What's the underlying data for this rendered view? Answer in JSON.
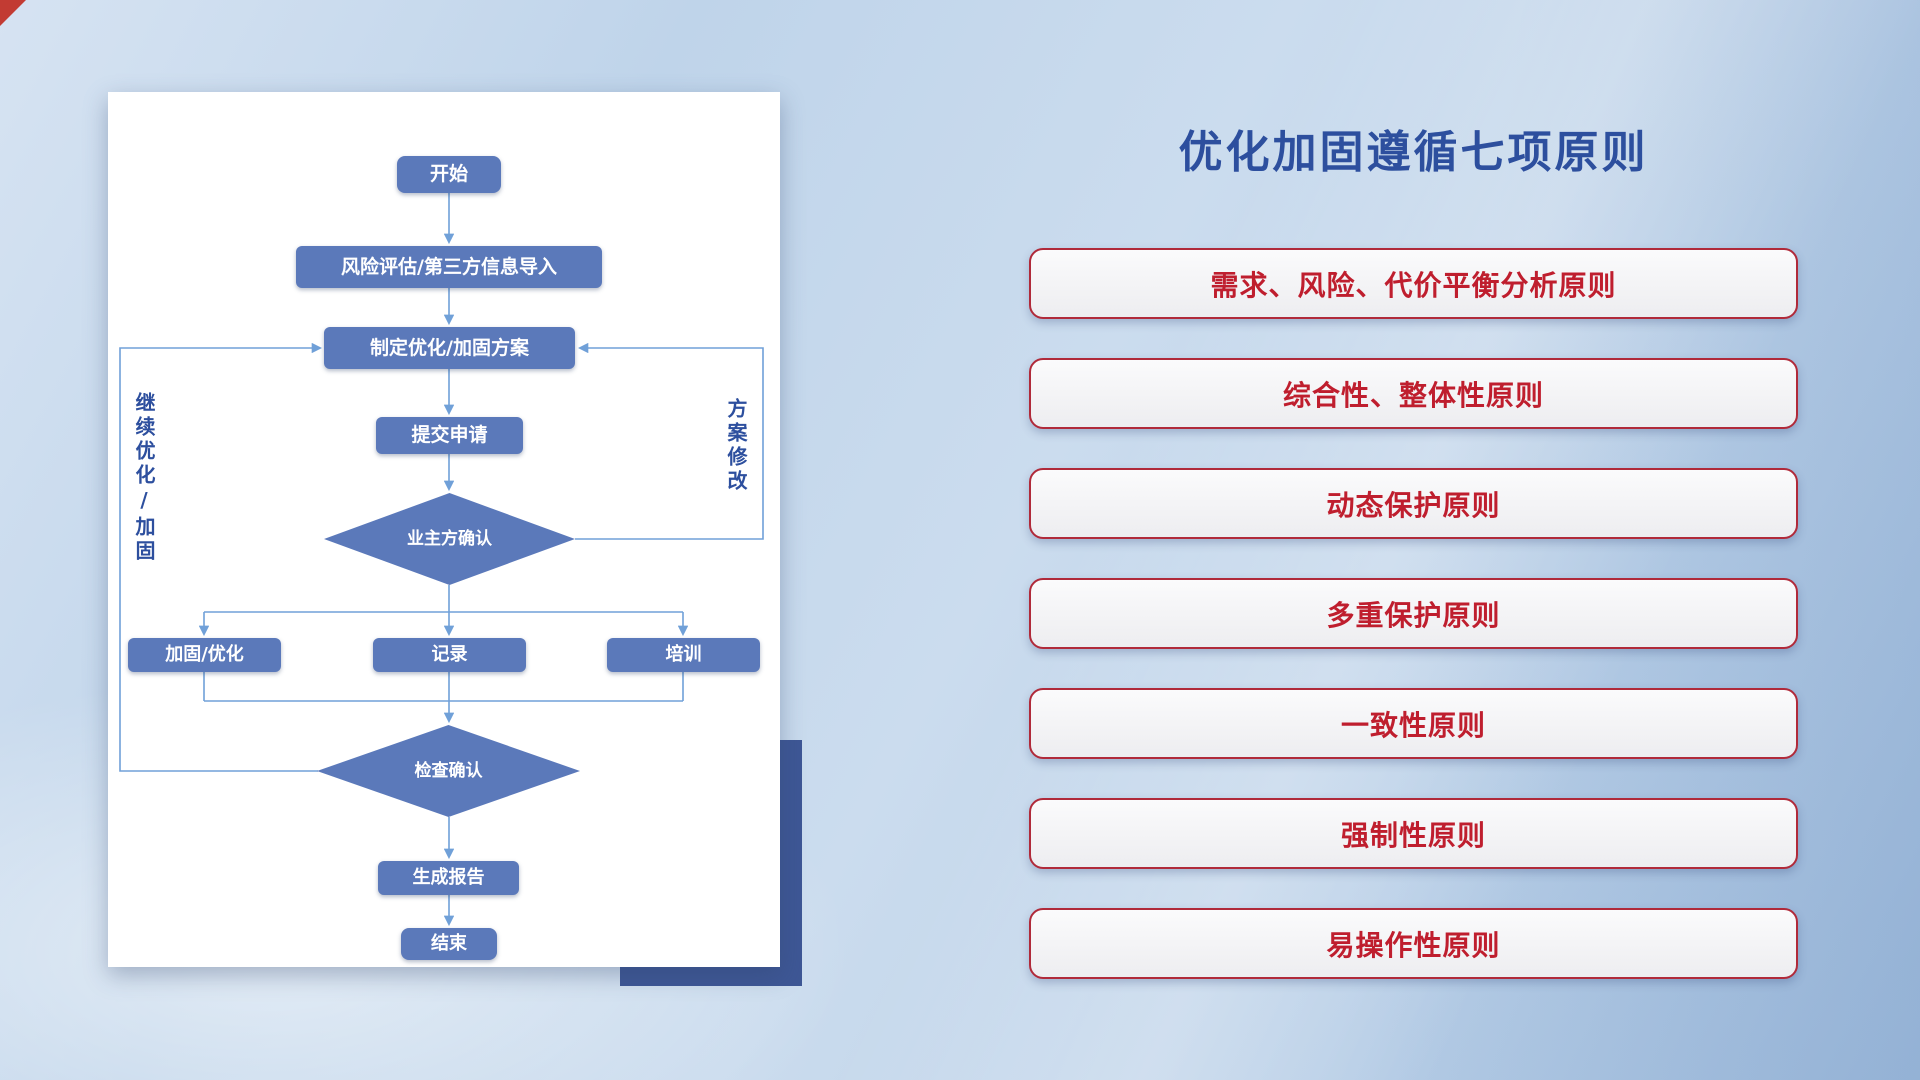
{
  "title": "优化加固遵循七项原则",
  "flowchart": {
    "nodes": {
      "start": "开始",
      "risk_import": "风险评估/第三方信息导入",
      "make_plan": "制定优化/加固方案",
      "submit": "提交申请",
      "owner_confirm": "业主方确认",
      "harden": "加固/优化",
      "record": "记录",
      "train": "培训",
      "check_confirm": "检查确认",
      "report": "生成报告",
      "end": "结束"
    },
    "labels": {
      "continue_loop": "继续优化/加固",
      "revise_loop": "方案修改"
    }
  },
  "principles": [
    "需求、风险、代价平衡分析原则",
    "综合性、整体性原则",
    "动态保护原则",
    "多重保护原则",
    "一致性原则",
    "强制性原则",
    "易操作性原则"
  ],
  "colors": {
    "node_fill": "#5b79ba",
    "connector": "#70a0d8",
    "title_blue": "#2d4f9e",
    "vlabel_blue": "#2d4f9e",
    "principle_red": "#bf1e2e",
    "principle_border": "#b02a3a",
    "shadow_block": "#3e5795"
  }
}
